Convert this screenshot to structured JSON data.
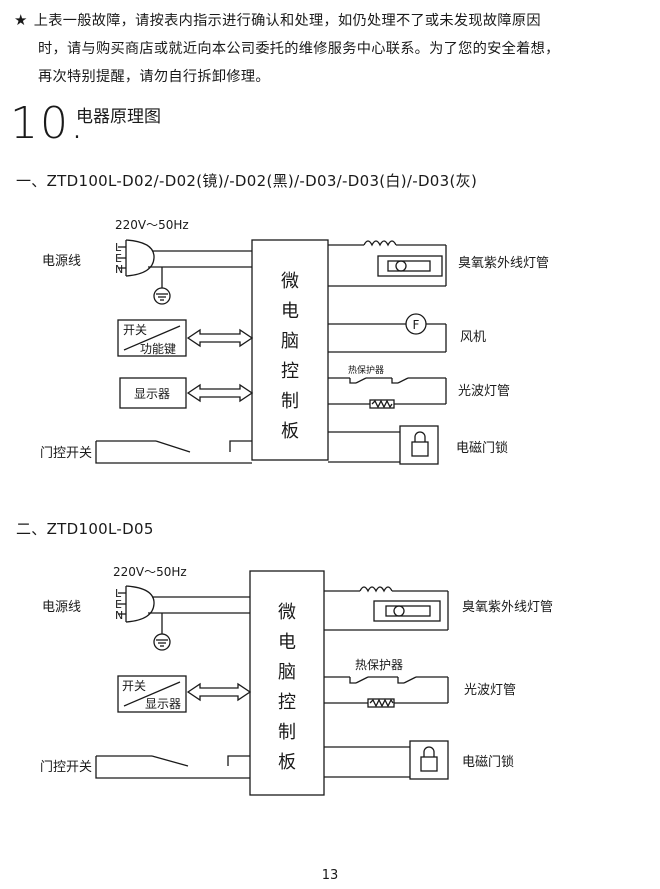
{
  "note": {
    "star": "★",
    "line1": "上表一般故障，请按表内指示进行确认和处理，如仍处理不了或未发现故障原因",
    "line2": "时，请与购买商店或就近向本公司委托的维修服务中心联系。为了您的安全着想，",
    "line3": "再次特别提醒，请勿自行拆卸修理。"
  },
  "section": {
    "number": "10.",
    "title": "电器原理图"
  },
  "diagram1": {
    "heading": "一、ZTD100L-D02/-D02(镜)/-D02(黑)/-D03/-D03(白)/-D03(灰)",
    "voltage": "220V～50Hz",
    "plug_l": "L",
    "plug_e": "E",
    "plug_n": "N",
    "power_line": "电源线",
    "controller": [
      "微",
      "电",
      "脑",
      "控",
      "制",
      "板"
    ],
    "switch_top": "开关",
    "switch_bottom": "功能键",
    "display": "显示器",
    "door_switch": "门控开关",
    "uv_lamp": "臭氧紫外线灯管",
    "fan_symbol": "F",
    "fan": "风机",
    "thermal": "热保护器",
    "wave_lamp": "光波灯管",
    "lock": "电磁门锁"
  },
  "diagram2": {
    "heading": "二、ZTD100L-D05",
    "voltage": "220V～50Hz",
    "plug_l": "L",
    "plug_e": "E",
    "plug_n": "N",
    "power_line": "电源线",
    "controller": [
      "微",
      "电",
      "脑",
      "控",
      "制",
      "板"
    ],
    "switch_top": "开关",
    "switch_bottom": "显示器",
    "door_switch": "门控开关",
    "uv_lamp": "臭氧紫外线灯管",
    "thermal": "热保护器",
    "wave_lamp": "光波灯管",
    "lock": "电磁门锁"
  },
  "page_number": "13"
}
